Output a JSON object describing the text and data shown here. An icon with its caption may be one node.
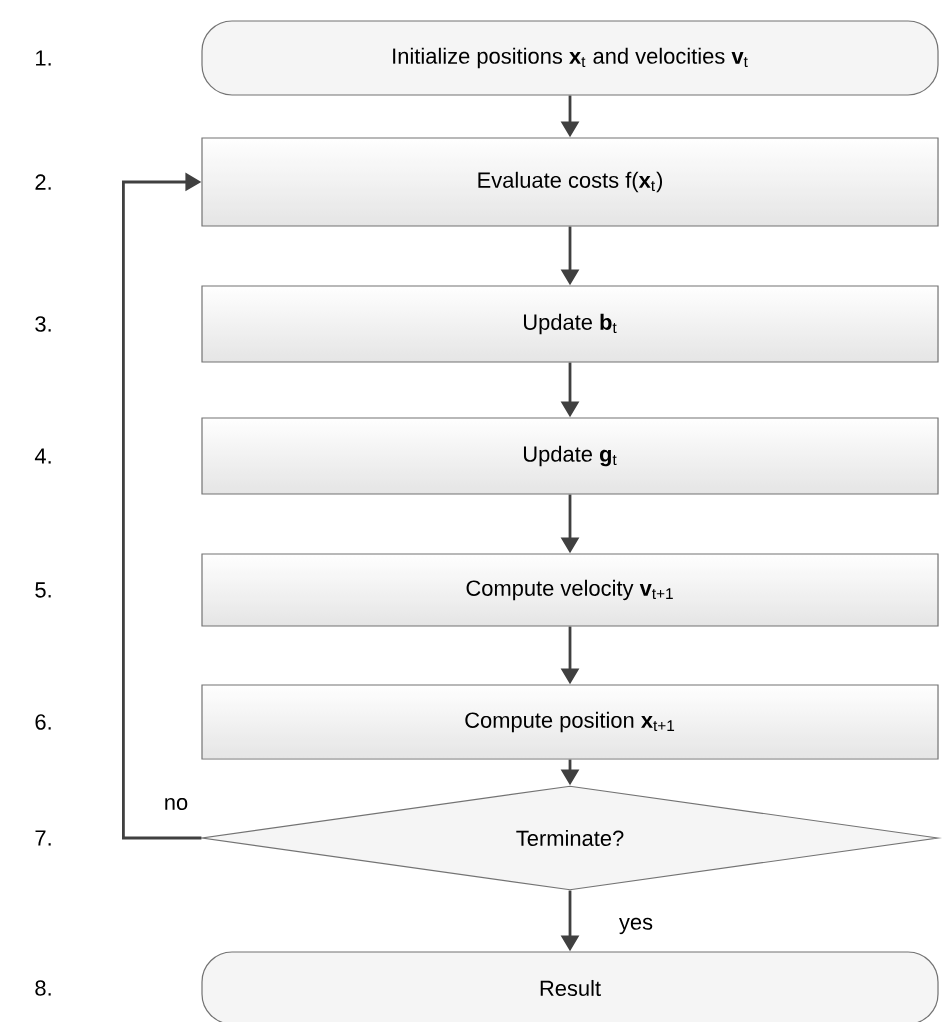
{
  "diagram": {
    "nodes": [
      {
        "text": [
          "Initialize positions **x**$_{t}$ and velocities **v**$_{t}$"
        ]
      },
      {
        "text": [
          "Evaluate costs f(**x**$_{t}$)"
        ]
      },
      {
        "text": [
          "Update **b**$_{t}$"
        ]
      },
      {
        "text": [
          "Update **g**$_{t}$"
        ]
      },
      {
        "text": [
          "Compute velocity **v**$_{t+1}$"
        ]
      },
      {
        "text": [
          "Compute position **x**$_{t+1}$"
        ]
      },
      {
        "text": [
          "Terminate?"
        ]
      },
      {
        "text": [
          "Result"
        ]
      }
    ],
    "edges": [
      {
        "from": 0,
        "to": 1,
        "arrow": "to"
      },
      {
        "from": 1,
        "to": 2,
        "arrow": "to"
      },
      {
        "from": 2,
        "to": 3,
        "arrow": "to"
      },
      {
        "from": 3,
        "to": 4,
        "arrow": "to"
      },
      {
        "from": 4,
        "to": 5,
        "arrow": "to"
      },
      {
        "from": 5,
        "to": 6,
        "arrow": "to"
      },
      {
        "from": 6,
        "to": 1,
        "label": "no",
        "arrow": "to"
      },
      {
        "from": 6,
        "to": 7,
        "label": "yes",
        "arrow": "to"
      }
    ],
    "labels": [
      "1.",
      "2.",
      "3.",
      "4.",
      "5.",
      "6.",
      "7.",
      "8."
    ]
  }
}
